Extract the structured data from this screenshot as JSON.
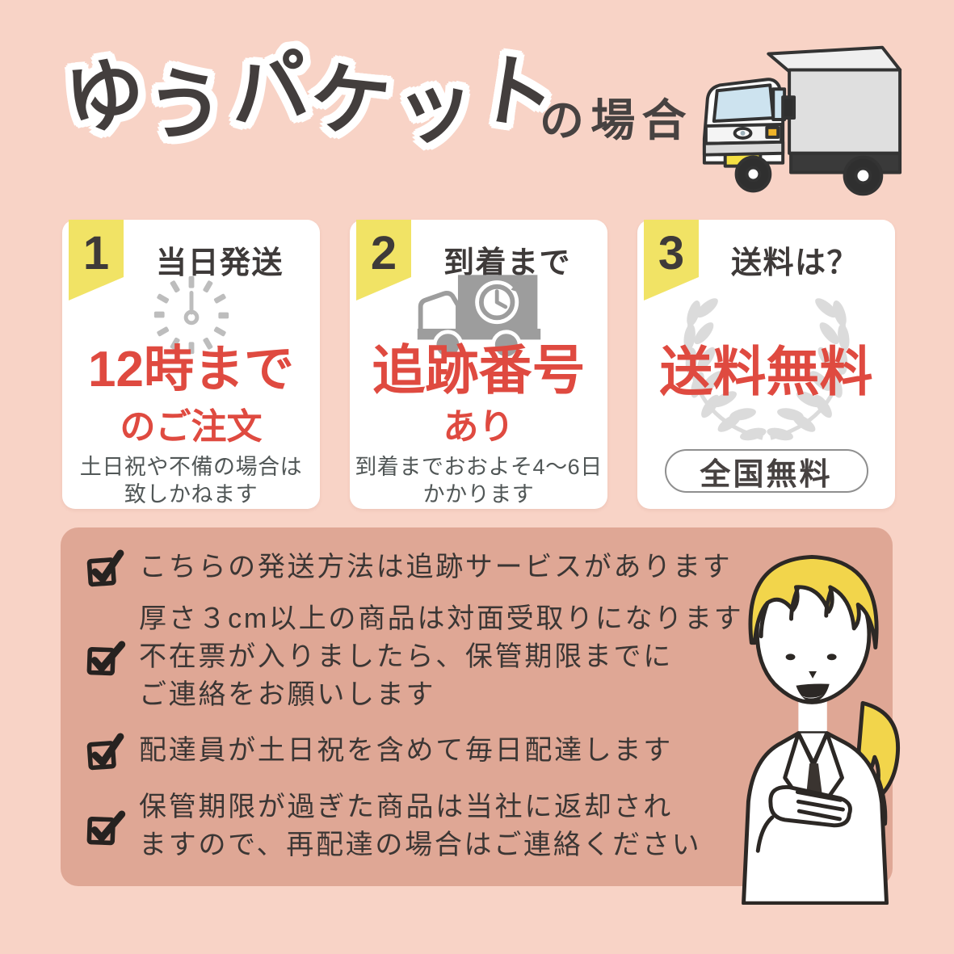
{
  "page": {
    "title": "ゆうパケット",
    "title_suffix": "の場合"
  },
  "icons": {
    "header_right": "truck-illustration",
    "card1": "clock-icon",
    "card2": "delivery-truck-clock-icon",
    "card3": "laurel-wreath-icon",
    "checklist": "checkbox-icon",
    "panel_right": "woman-illustration"
  },
  "cards": [
    {
      "number": "1",
      "header": "当日発送",
      "main_line1": "12時まで",
      "main_line2": "のご注文",
      "note": [
        "土日祝や不備の場合は",
        "致しかねます"
      ]
    },
    {
      "number": "2",
      "header": "到着まで",
      "main_line1": "追跡番号",
      "main_line2": "あり",
      "note": [
        "到着までおおよそ4〜6日",
        "かかります"
      ]
    },
    {
      "number": "3",
      "header": "送料は？",
      "main_line1": "送料無料",
      "badge": "全国無料"
    }
  ],
  "checklist": {
    "items": [
      {
        "lines": [
          "こちらの発送方法は追跡サービスがあります"
        ],
        "checkbox_line": 0
      },
      {
        "lines": [
          "厚さ３cm以上の商品は対面受取りになります",
          "不在票が入りましたら、保管期限までに",
          "ご連絡をお願いします"
        ],
        "checkbox_line": 1
      },
      {
        "lines": [
          "配達員が土日祝を含めて毎日配達します"
        ],
        "checkbox_line": 0
      },
      {
        "lines": [
          "保管期限が過ぎた商品は当社に返却され",
          "ますので、再配達の場合はご連絡ください"
        ],
        "checkbox_line": 0.5
      }
    ]
  },
  "colors": {
    "bg": "#F8D3C6",
    "panel": "#DFA795",
    "red": "#DF4A40",
    "yellow": "#F1E365",
    "dark": "#3E3A39",
    "note": "#515757",
    "icon_gray": "#BDBDBD",
    "truck_gray": "#9D9D9D",
    "wreath_gray": "#DBDBDB",
    "check": "#262220",
    "hair": "#F2D54B"
  }
}
